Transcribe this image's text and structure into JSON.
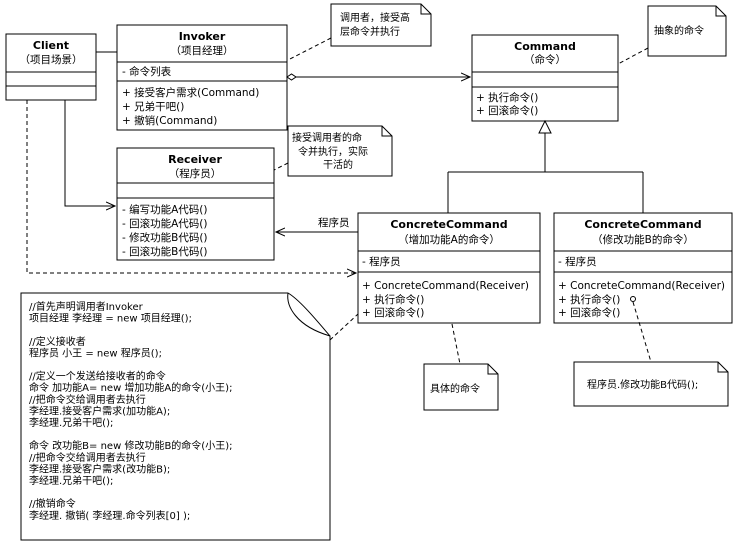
{
  "classes": {
    "client": {
      "name": "Client",
      "alias": "（项目场景）"
    },
    "invoker": {
      "name": "Invoker",
      "alias": "（项目经理）",
      "attributes": [
        "- 命令列表"
      ],
      "operations": [
        "+ 接受客户需求(Command)",
        "+ 兄弟干吧()",
        "+ 撤销(Command)"
      ]
    },
    "command": {
      "name": "Command",
      "alias": "（命令）",
      "operations": [
        "+ 执行命令()",
        "+ 回滚命令()"
      ]
    },
    "receiver": {
      "name": "Receiver",
      "alias": "（程序员）",
      "operations": [
        "- 编写功能A代码()",
        "- 回滚功能A代码()",
        "- 修改功能B代码()",
        "- 回滚功能B代码()"
      ]
    },
    "concrete_a": {
      "name": "ConcreteCommand",
      "alias": "（增加功能A的命令）",
      "attributes": [
        "- 程序员"
      ],
      "operations": [
        "+ ConcreteCommand(Receiver)",
        "+ 执行命令()",
        "+ 回滚命令()"
      ]
    },
    "concrete_b": {
      "name": "ConcreteCommand",
      "alias": "（修改功能B的命令）",
      "attributes": [
        "- 程序员"
      ],
      "operations": [
        "+ ConcreteCommand(Receiver)",
        "+ 执行命令()",
        "+ 回滚命令()"
      ]
    }
  },
  "notes": {
    "invoker_note": [
      "调用者，接受高",
      "层命令并执行"
    ],
    "command_note": [
      "抽象的命令"
    ],
    "receiver_note": [
      "接受调用者的命",
      "令并执行，实际",
      "干活的"
    ],
    "concrete_note": [
      "具体的命令"
    ],
    "exec_note": [
      "程序员.修改功能B代码();"
    ],
    "code_note": [
      "//首先声明调用者Invoker",
      "项目经理 李经理 = new 项目经理();",
      "",
      "//定义接收者",
      "程序员 小王 = new 程序员();",
      "",
      "//定义一个发送给接收者的命令",
      "命令 加功能A= new 增加功能A的命令(小王);",
      "//把命令交给调用者去执行",
      "李经理.接受客户需求(加功能A);",
      "李经理.兄弟干吧();",
      "",
      "命令 改功能B= new 修改功能B的命令(小王);",
      "//把命令交给调用者去执行",
      "李经理.接受客户需求(改功能B);",
      "李经理.兄弟干吧();",
      "",
      "//撤销命令",
      "李经理. 撤销( 李经理.命令列表[0] );"
    ]
  },
  "association_label": "程序员"
}
